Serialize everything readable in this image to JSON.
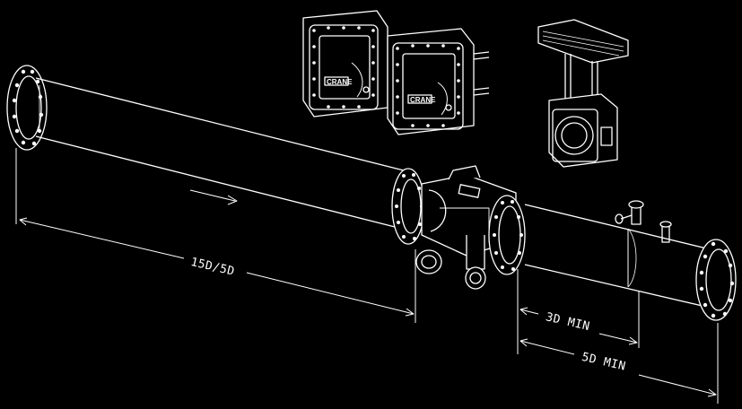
{
  "colors": {
    "background": "#000000",
    "line": "#ffffff"
  },
  "dimensions": {
    "upstream": "15D/5D",
    "downstream_short": "3D MIN",
    "downstream_long": "5D MIN"
  },
  "meter_head_brand": "CRANE",
  "flow_arrow_icon": "arrow-right-icon"
}
